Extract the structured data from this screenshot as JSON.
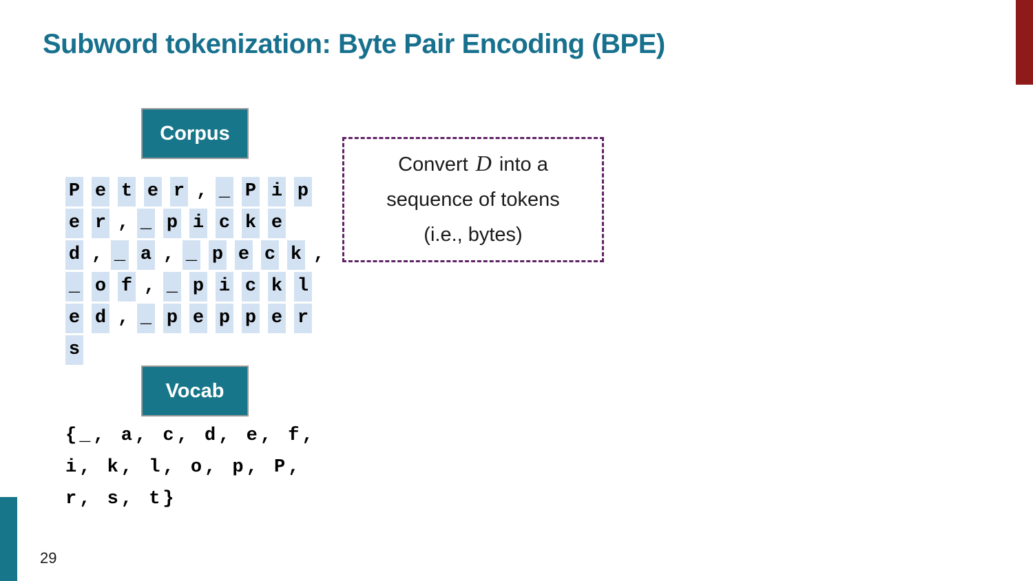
{
  "slide": {
    "title": "Subword tokenization: Byte Pair Encoding (BPE)",
    "page_number": "29"
  },
  "corpus": {
    "label": "Corpus",
    "rows": [
      "Peter,_Pip",
      "er,_picke",
      "d,_a,_peck,",
      "_of,_pickl",
      "ed,_pepper",
      "s"
    ],
    "full_text": "Peter,_Piper,_picked,_a,_peck,_of,_pickled,_peppers"
  },
  "note": {
    "line1_pre": "Convert",
    "math_symbol": "D",
    "line1_post": "into a",
    "line2": "sequence of tokens",
    "line3": "(i.e., bytes)"
  },
  "vocab": {
    "label": "Vocab",
    "rows": [
      "{_, a, c, d, e, f,",
      "i, k, l, o, p, P,",
      "r, s, t}"
    ]
  },
  "colors": {
    "teal": "#177689",
    "title_teal": "#17708d",
    "highlight_blue": "#d3e2f2",
    "note_border_purple": "#5e2163",
    "accent_red": "#8e1a1a",
    "label_border_gray": "#9a9a9a"
  }
}
